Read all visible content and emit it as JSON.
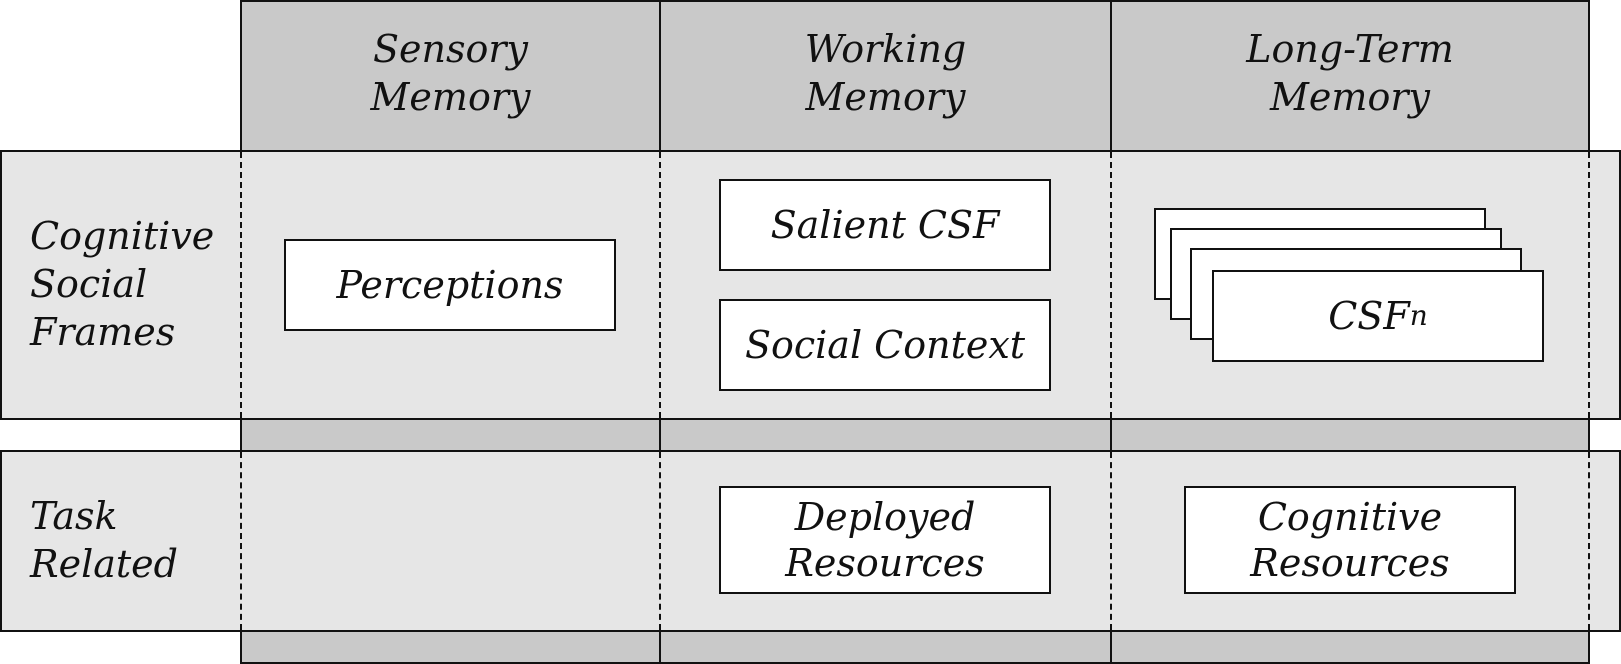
{
  "columns": [
    {
      "header": "Sensory\nMemory"
    },
    {
      "header": "Working\nMemory"
    },
    {
      "header": "Long-Term\nMemory"
    }
  ],
  "rows": [
    {
      "label": "Cognitive\nSocial\nFrames"
    },
    {
      "label": "Task\nRelated"
    }
  ],
  "boxes": {
    "perceptions": "Perceptions",
    "salient_csf": "Salient CSF",
    "social_context": "Social Context",
    "csf_n_base": "CSF",
    "csf_n_sub": "n",
    "deployed_resources": "Deployed\nResources",
    "cognitive_resources": "Cognitive\nResources"
  }
}
